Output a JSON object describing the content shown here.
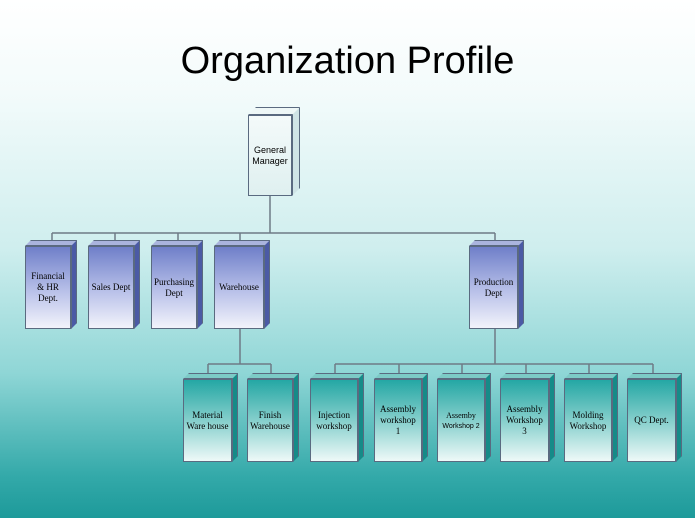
{
  "title": "Organization Profile",
  "nodes": {
    "gm": "General Manager",
    "financial": "Financial & HR Dept.",
    "sales": "Sales Dept",
    "purchasing": "Purchasing Dept",
    "warehouse": "Warehouse",
    "production": "Production Dept",
    "material_warehouse": "Material Ware house",
    "finish_warehouse": "Finish Warehouse",
    "injection": "Injection workshop",
    "assembly1": "Assembly workshop 1",
    "assembly2_a": "Assemby",
    "assembly2_b": "Workshop 2",
    "assembly3": "Assembly Workshop 3",
    "molding": "Molding Workshop",
    "qc": "QC Dept."
  },
  "colors": {
    "level2": "#7a89cf",
    "level3": "#2aaaa7",
    "connector": "#6e7a86"
  }
}
